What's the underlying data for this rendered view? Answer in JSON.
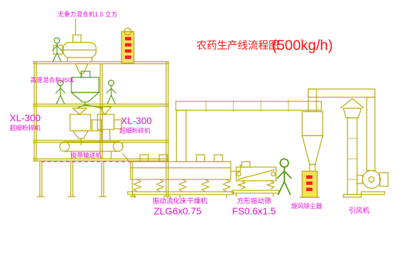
{
  "title": {
    "text": "农药生产线流程图",
    "capacity": "(500kg/h)"
  },
  "equipment_labels": {
    "gravity_mixer": "无重力混合机1.5 立方",
    "high_speed_mixer": "高速混合机350L",
    "mill_left_model": "XL-300",
    "mill_left_name": "超细粉碎机",
    "mill_mid_model": "XL-300",
    "mill_mid_name": "超细粉碎机",
    "belt_conveyor": "皮带输送机",
    "fluid_bed_dryer_name": "振动流化床干燥机",
    "fluid_bed_dryer_model": "ZLG6x0.75",
    "square_sieve_name": "方形振动筛",
    "square_sieve_model": "FS0.6x1.5",
    "cyclone_collector": "旋风除尘器",
    "induced_draft_fan": "引风机"
  },
  "colors": {
    "line_yellow": "#b8a400",
    "machine_green": "#4f9a0a",
    "label_magenta": "#e010d0",
    "title_red": "#ff1010",
    "elevator_fill": "#f4e25a"
  }
}
